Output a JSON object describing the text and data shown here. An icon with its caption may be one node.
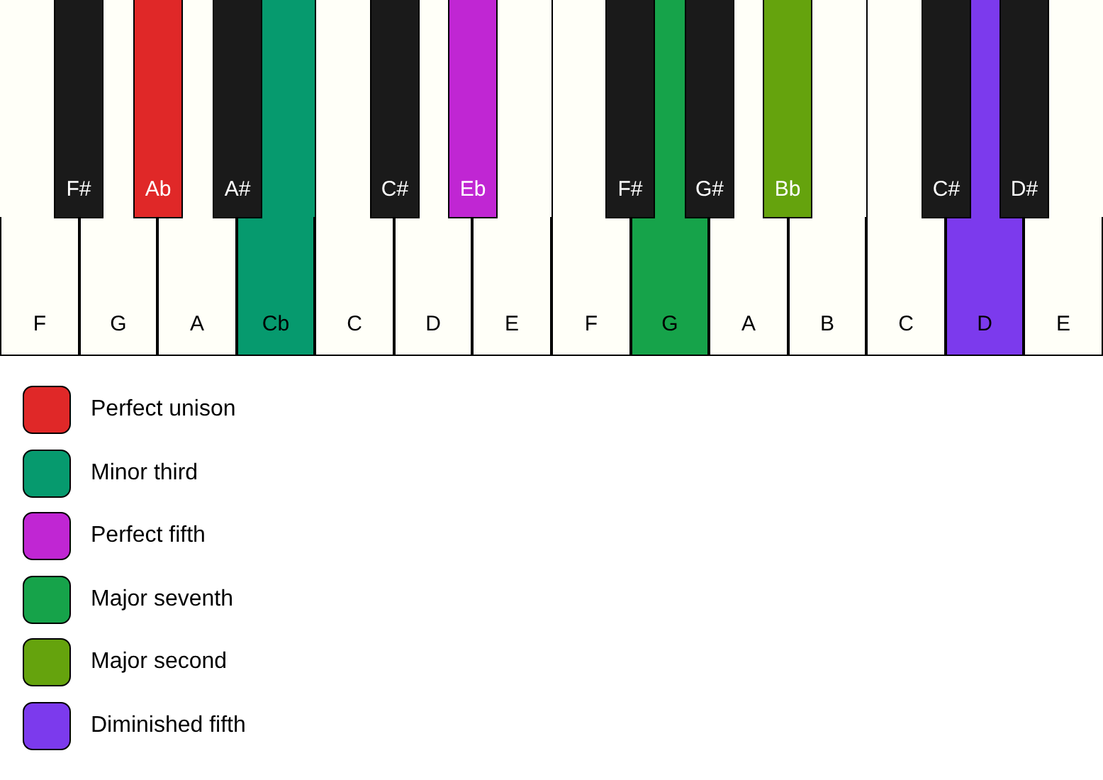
{
  "diagram": {
    "nodes": [
      {
        "text": [
          "F"
        ]
      },
      {
        "text": [
          "G"
        ]
      },
      {
        "text": [
          "A"
        ]
      },
      {
        "text": [
          "Cb"
        ]
      },
      {
        "text": [
          "C"
        ]
      },
      {
        "text": [
          "D"
        ]
      },
      {
        "text": [
          "E"
        ]
      },
      {
        "text": [
          "F"
        ]
      },
      {
        "text": [
          "G"
        ]
      },
      {
        "text": [
          "A"
        ]
      },
      {
        "text": [
          "B"
        ]
      },
      {
        "text": [
          "C"
        ]
      },
      {
        "text": [
          "D"
        ]
      },
      {
        "text": [
          "E"
        ]
      },
      {
        "text": [
          "F#"
        ]
      },
      {
        "text": [
          "Ab"
        ]
      },
      {
        "text": [
          "A#"
        ]
      },
      {
        "text": [
          "C#"
        ]
      },
      {
        "text": [
          "Eb"
        ]
      },
      {
        "text": [
          "F#"
        ]
      },
      {
        "text": [
          "G#"
        ]
      },
      {
        "text": [
          "Bb"
        ]
      },
      {
        "text": [
          "C#"
        ]
      },
      {
        "text": [
          "D#"
        ]
      }
    ],
    "legend": [
      {
        "text": "Perfect unison",
        "color": "#e02828"
      },
      {
        "text": "Minor third",
        "color": "#069a6e"
      },
      {
        "text": "Perfect fifth",
        "color": "#c026d3"
      },
      {
        "text": "Major seventh",
        "color": "#16a34a"
      },
      {
        "text": "Major second",
        "color": "#65a30d"
      },
      {
        "text": "Diminished fifth",
        "color": "#7c3aed"
      }
    ]
  }
}
